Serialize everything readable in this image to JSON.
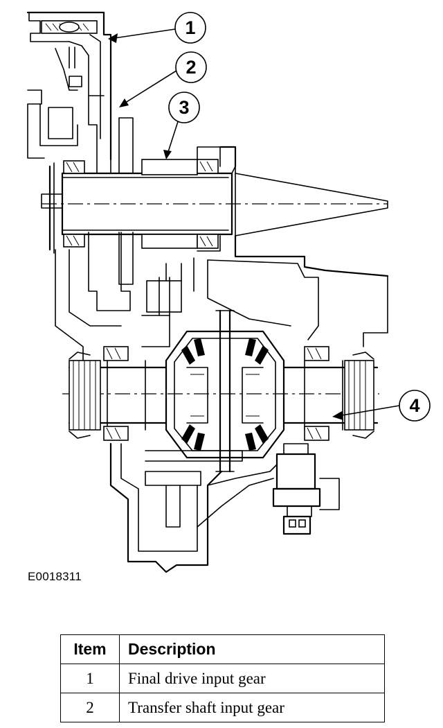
{
  "callouts": [
    "1",
    "2",
    "3",
    "4"
  ],
  "figure_code": "E0018311",
  "legend": {
    "headers": {
      "item": "Item",
      "description": "Description"
    },
    "rows": [
      {
        "item": "1",
        "description": "Final drive input gear"
      },
      {
        "item": "2",
        "description": "Transfer shaft input gear"
      }
    ]
  }
}
